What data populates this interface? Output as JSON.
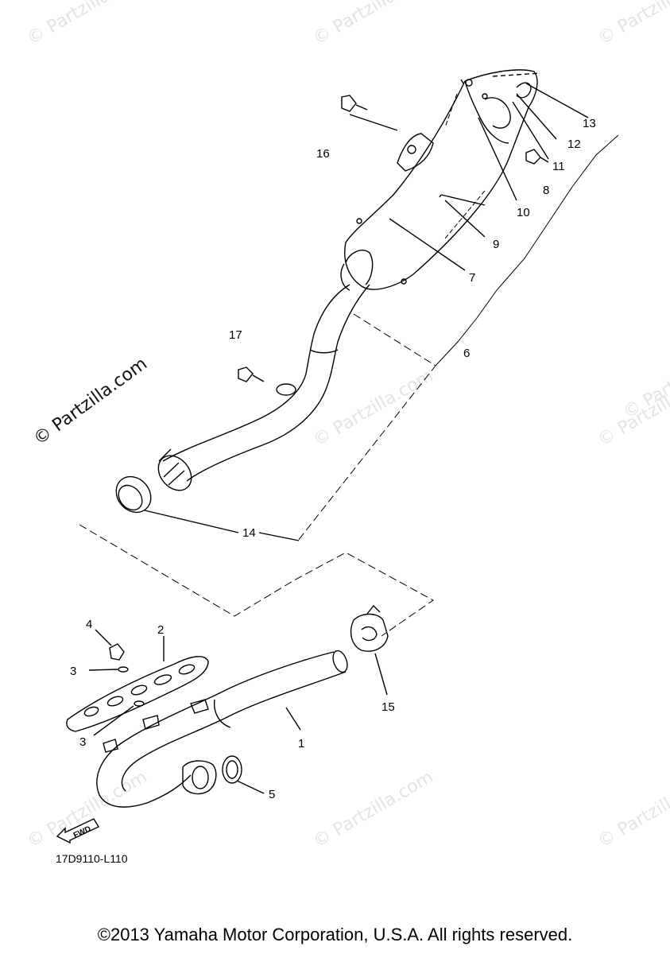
{
  "watermark": "© Partzilla.com",
  "side_watermark": "© Partzilla.com",
  "diagram_code": "17D9110-L110",
  "fwd_label": "FWD",
  "copyright": "©2013 Yamaha Motor Corporation, U.S.A. All rights reserved.",
  "callouts": [
    "1",
    "2",
    "3",
    "3",
    "4",
    "5",
    "6",
    "7",
    "8",
    "9",
    "10",
    "11",
    "12",
    "13",
    "14",
    "15",
    "16",
    "17"
  ]
}
